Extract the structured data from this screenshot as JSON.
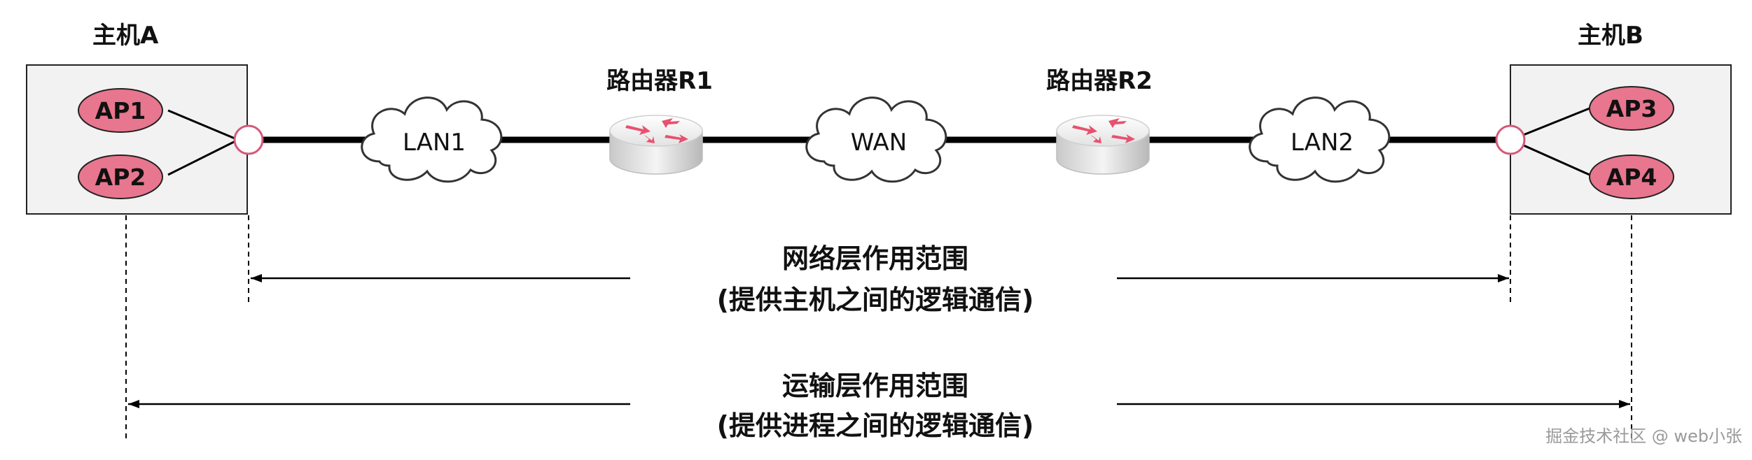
{
  "hosts": {
    "host_a": {
      "label": "主机A",
      "apps": [
        "AP1",
        "AP2"
      ]
    },
    "host_b": {
      "label": "主机B",
      "apps": [
        "AP3",
        "AP4"
      ]
    }
  },
  "routers": {
    "r1": {
      "label": "路由器R1"
    },
    "r2": {
      "label": "路由器R2"
    }
  },
  "clouds": {
    "lan1": "LAN1",
    "wan": "WAN",
    "lan2": "LAN2"
  },
  "scopes": {
    "network": {
      "title": "网络层作用范围",
      "subtitle": "(提供主机之间的逻辑通信)"
    },
    "transport": {
      "title": "运输层作用范围",
      "subtitle": "(提供进程之间的逻辑通信)"
    }
  },
  "watermark": "掘金技术社区 @ web小张",
  "colors": {
    "app_fill": "#e8768e",
    "port_stroke": "#d4587a",
    "line": "#000000",
    "host_fill": "#f2f2f2",
    "router_accent": "#e8516f"
  }
}
